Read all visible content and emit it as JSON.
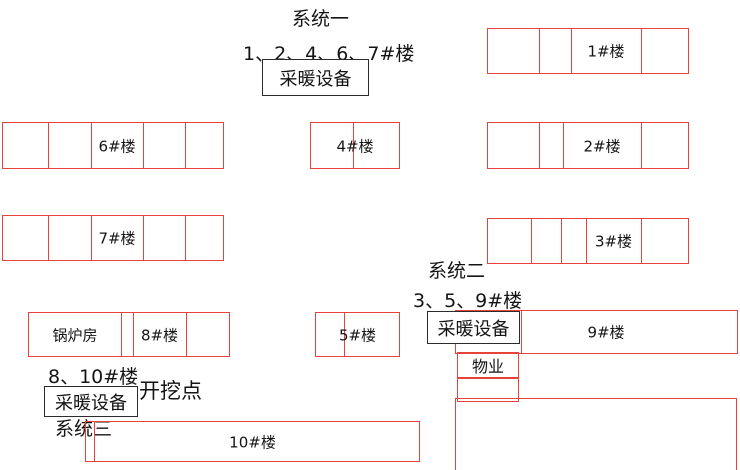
{
  "diagram_title": "heating-system-layout",
  "colors": {
    "building_outline": "#e8433b",
    "equipment_box_outline": "#2b2b2b",
    "text": "#141414",
    "background": "#ffffff"
  },
  "annotations": {
    "system1": {
      "name": "系统一",
      "buildings": "1、2、4、6、7#楼",
      "equipment": "采暖设备"
    },
    "system2": {
      "name": "系统二",
      "buildings": "3、5、9#楼",
      "equipment": "采暖设备"
    },
    "system3": {
      "name": "系统三",
      "buildings": "8、10#楼",
      "equipment": "采暖设备"
    },
    "excavation": "开挖点",
    "boiler_room": "锅炉房",
    "property": "物业"
  },
  "buildings": {
    "b1": "1#楼",
    "b2": "2#楼",
    "b3": "3#楼",
    "b4": "4#楼",
    "b5": "5#楼",
    "b6": "6#楼",
    "b7": "7#楼",
    "b8": "8#楼",
    "b9": "9#楼",
    "b10": "10#楼"
  }
}
